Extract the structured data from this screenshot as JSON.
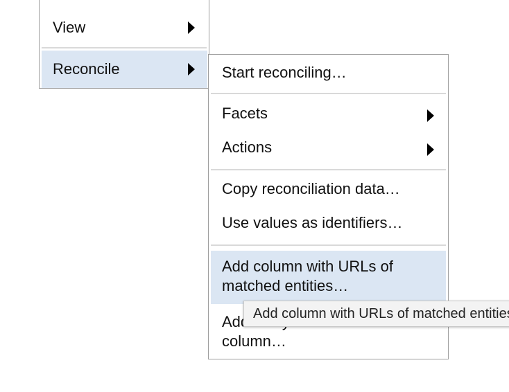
{
  "parent_menu": {
    "items": [
      {
        "label": "View",
        "has_submenu": true,
        "icon": "triangle-right-icon"
      },
      {
        "label": "Reconcile",
        "has_submenu": true,
        "icon": "triangle-right-icon",
        "highlighted": true
      }
    ]
  },
  "reconcile_submenu": {
    "items": [
      {
        "label": "Start reconciling…"
      },
      {
        "label": "Facets",
        "has_submenu": true
      },
      {
        "label": "Actions",
        "has_submenu": true
      },
      {
        "label": "Copy reconciliation data…"
      },
      {
        "label": "Use values as identifiers…"
      },
      {
        "label_line1": "Add column with URLs of",
        "label_line2": "matched entities…",
        "highlighted": true
      },
      {
        "label_line1": "Add entity identifiers",
        "label_line2": "column…"
      }
    ]
  },
  "tooltip": {
    "text": "Add column with URLs of matched entities"
  },
  "colors": {
    "highlight": "#dbe6f3",
    "border": "#9c9c9c",
    "separator": "#d9d9d9",
    "tooltip_bg": "#f3f3f3"
  }
}
